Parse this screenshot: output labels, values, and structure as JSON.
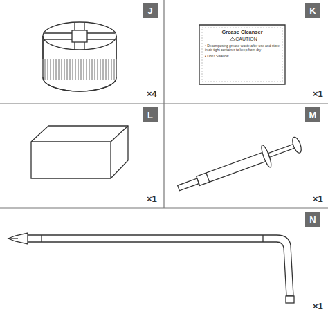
{
  "diagram": {
    "nodes": [
      {
        "text": [
          "J"
        ]
      },
      {
        "text": [
          "K"
        ]
      },
      {
        "text": [
          "Grease Cleanser",
          "CAUTION",
          "• Decomposing grease waste after use and store in air tight container to keep from dry",
          "• Don't Swallow"
        ]
      },
      {
        "text": [
          "L"
        ]
      },
      {
        "text": [
          "M"
        ]
      },
      {
        "text": [
          "N"
        ]
      }
    ],
    "labels": [
      "×4",
      "×1",
      "×1",
      "×1",
      "×1"
    ]
  }
}
